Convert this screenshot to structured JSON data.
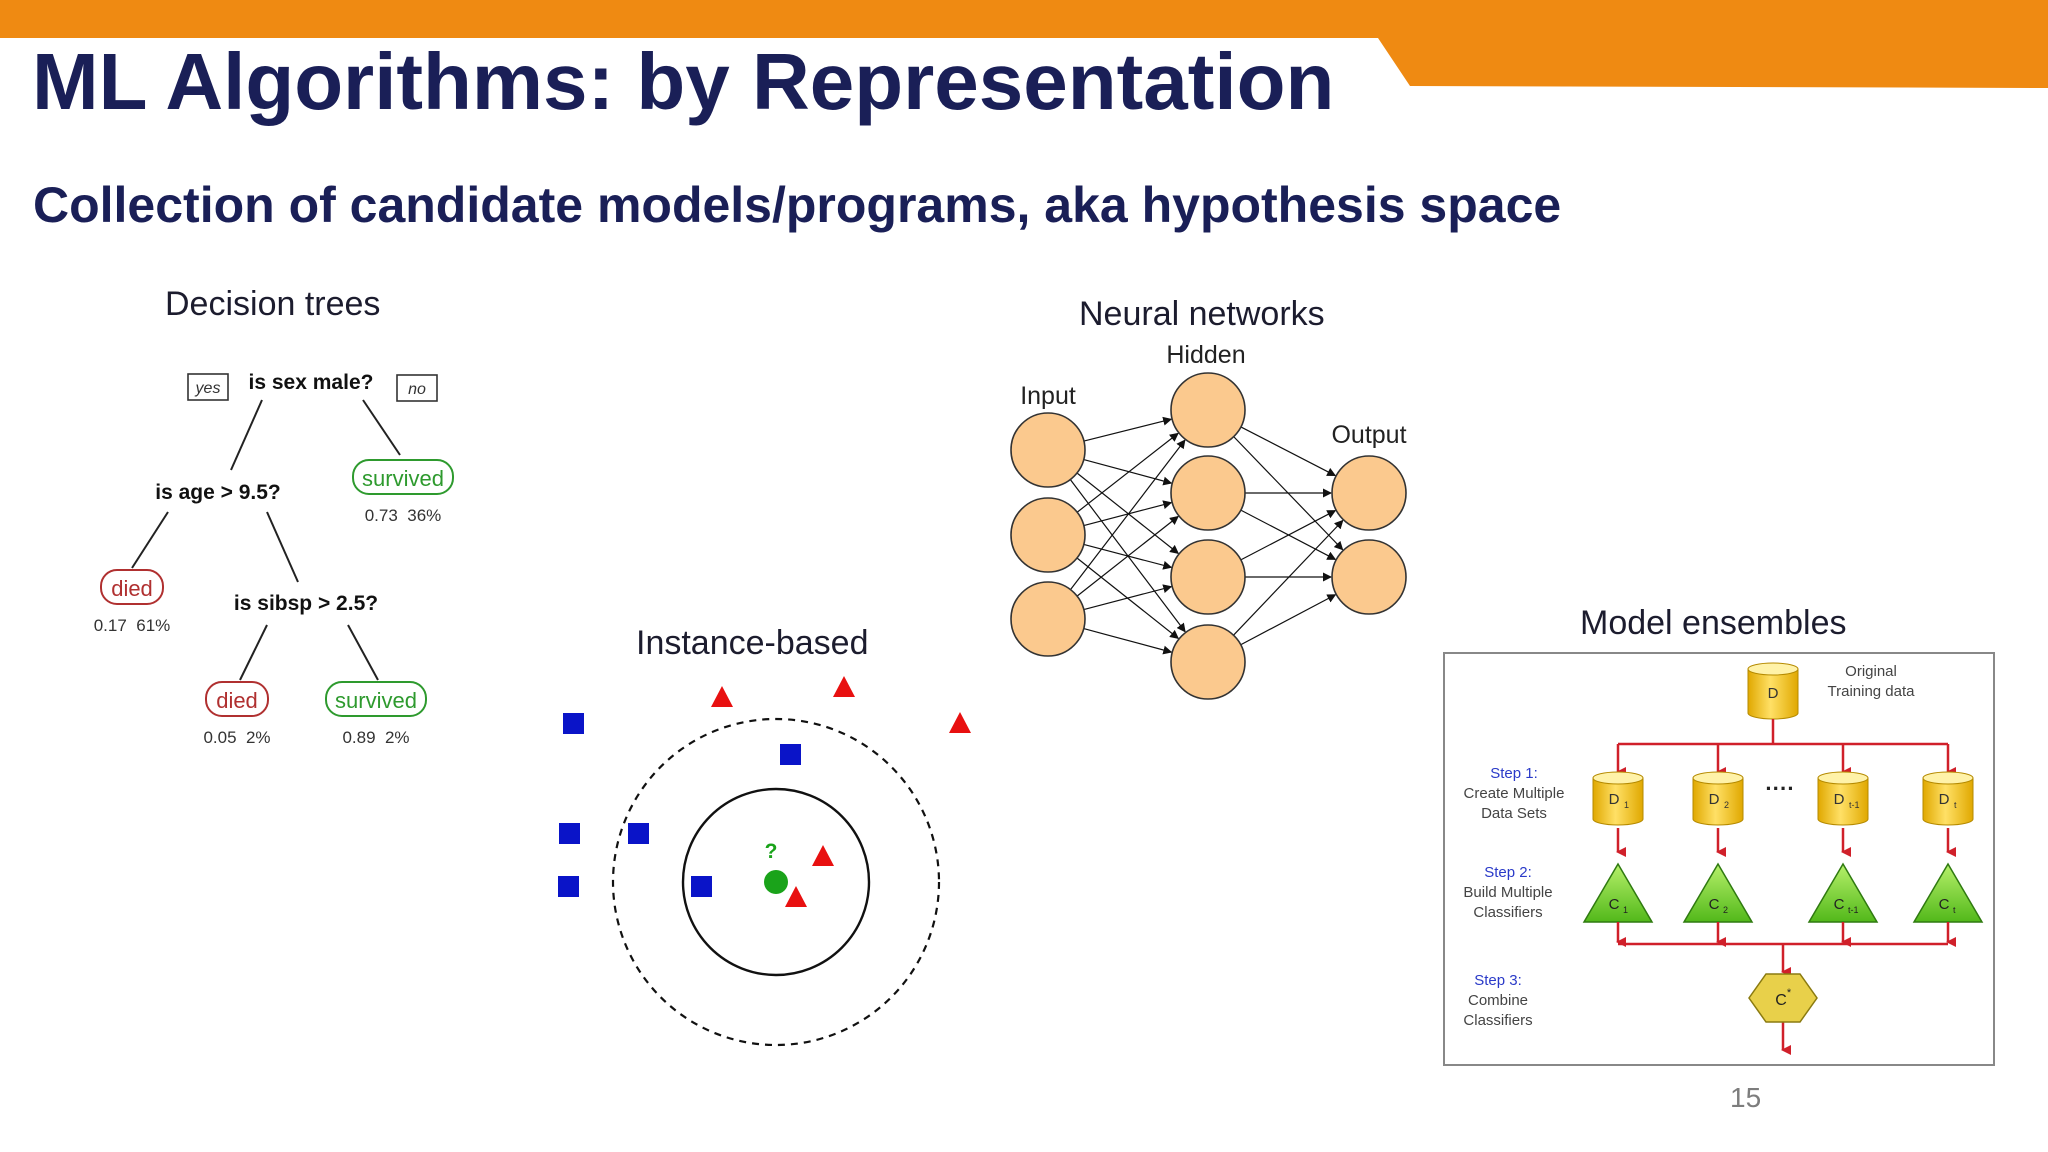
{
  "slide": {
    "title": "ML Algorithms: by Representation",
    "subtitle": "Collection of candidate models/programs, aka hypothesis space",
    "page_number": "15",
    "accent_color": "#ef8a12",
    "title_color": "#1a1f57"
  },
  "decision_tree": {
    "heading": "Decision trees",
    "yes_label": "yes",
    "no_label": "no",
    "q1": "is sex male?",
    "q2": "is age > 9.5?",
    "q3": "is sibsp > 2.5?",
    "leaf_survived_1": {
      "label": "survived",
      "stats": "0.73  36%"
    },
    "leaf_died_1": {
      "label": "died",
      "stats": "0.17  61%"
    },
    "leaf_died_2": {
      "label": "died",
      "stats": "0.05  2%"
    },
    "leaf_survived_2": {
      "label": "survived",
      "stats": "0.89  2%"
    },
    "survived_color": "#2e9a2e",
    "died_color": "#b03030"
  },
  "instance_based": {
    "heading": "Instance-based",
    "query_label": "?",
    "class_colors": {
      "square": "#0a14c8",
      "triangle": "#e81010",
      "query": "#1aa31a"
    }
  },
  "neural_network": {
    "heading": "Neural networks",
    "input_label": "Input",
    "hidden_label": "Hidden",
    "output_label": "Output",
    "layers": [
      3,
      4,
      2
    ],
    "node_color": "#fbc98e"
  },
  "ensembles": {
    "heading": "Model ensembles",
    "original_label_1": "Original",
    "original_label_2": "Training data",
    "d_label": "D",
    "step1": [
      "Step 1:",
      "Create Multiple",
      "Data Sets"
    ],
    "step2": [
      "Step 2:",
      "Build Multiple",
      "Classifiers"
    ],
    "step3": [
      "Step 3:",
      "Combine",
      "Classifiers"
    ],
    "datasets": [
      "D",
      "D",
      "D",
      "D"
    ],
    "dataset_subs": [
      "1",
      "2",
      "t-1",
      "t"
    ],
    "classifiers": [
      "C",
      "C",
      "C",
      "C"
    ],
    "classifier_subs": [
      "1",
      "2",
      "t-1",
      "t"
    ],
    "dots": "····",
    "combined_label": "C",
    "combined_sup": "*",
    "cylinder_color": "#f5c518",
    "triangle_color": "#7ed321",
    "hexagon_color": "#e8d04a",
    "arrow_color": "#d0202a",
    "step_color": "#2a3ac8"
  }
}
